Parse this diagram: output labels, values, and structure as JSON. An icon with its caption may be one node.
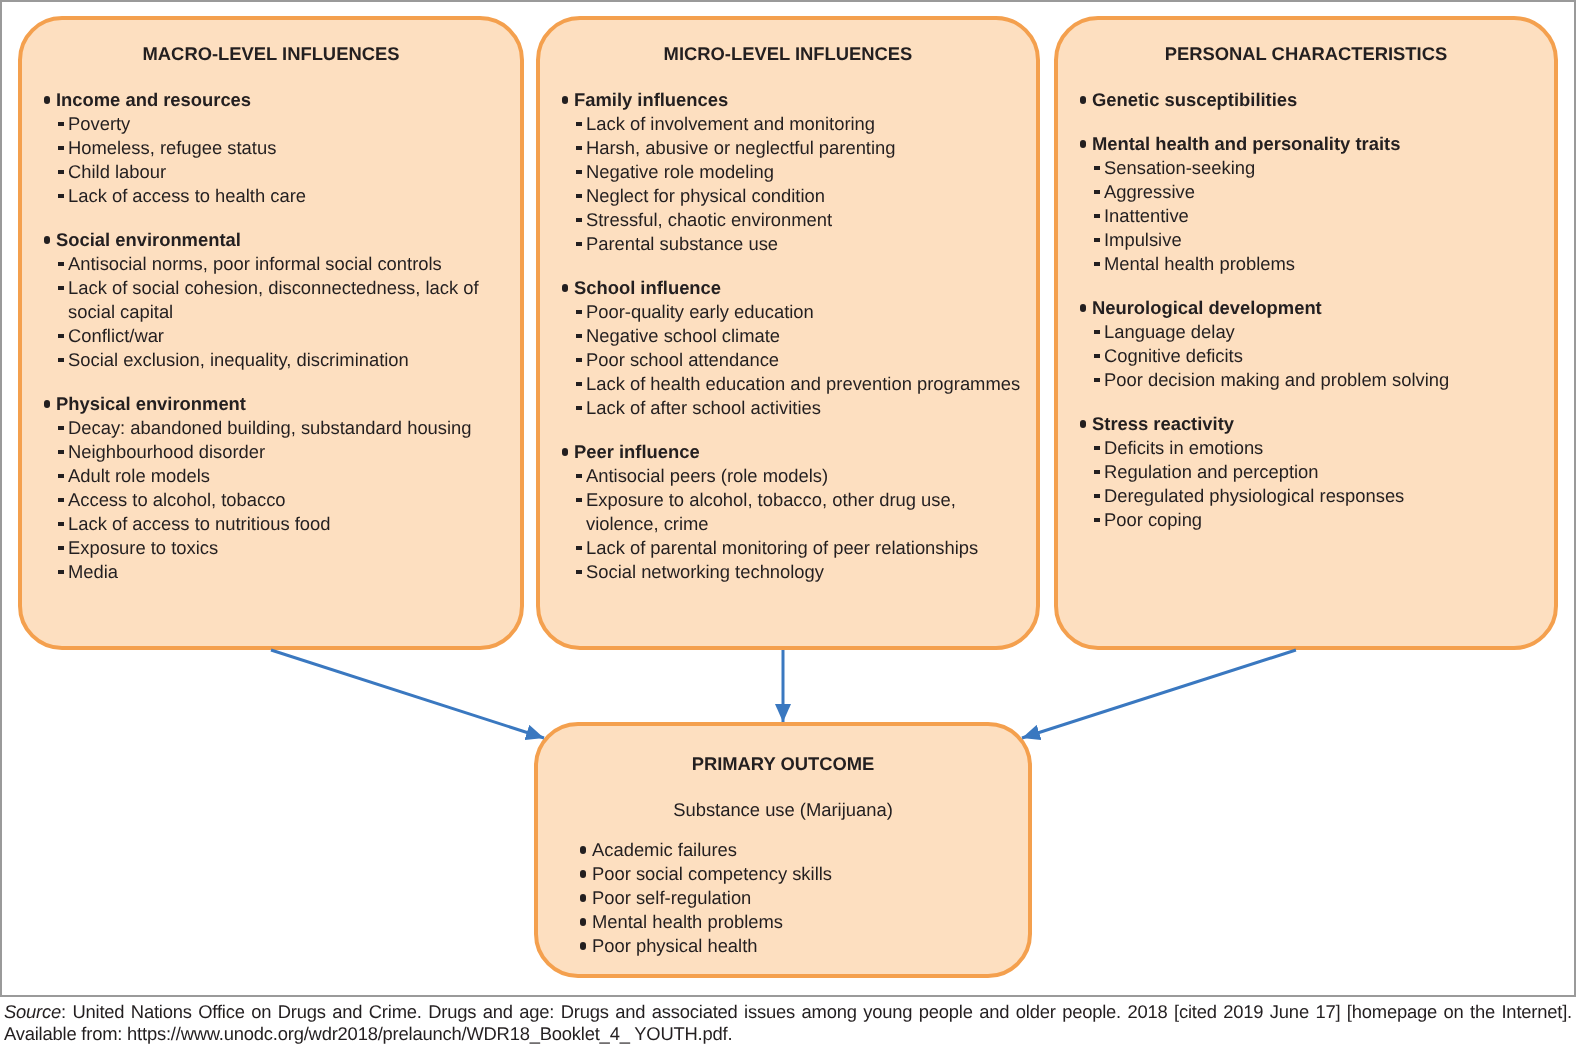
{
  "diagram": {
    "nodes": [
      {
        "text": [
          "MACRO-LEVEL INFLUENCES",
          "Income and resources",
          "Poverty",
          "Homeless, refugee status",
          "Child labour",
          "Lack of access to health care",
          "Social environmental",
          "Antisocial norms, poor informal social controls",
          "Lack of social cohesion, disconnectedness, lack of social capital",
          "Conflict/war",
          "Social exclusion, inequality, discrimination",
          "Physical environment",
          "Decay: abandoned building, substandard housing",
          "Neighbourhood disorder",
          "Adult role models",
          "Access to alcohol, tobacco",
          "Lack of access to nutritious food",
          "Exposure to toxics",
          "Media"
        ]
      },
      {
        "text": [
          "MICRO-LEVEL INFLUENCES",
          "Family influences",
          "Lack of involvement and monitoring",
          "Harsh, abusive or neglectful parenting",
          "Negative role modeling",
          "Neglect for physical condition",
          "Stressful, chaotic environment",
          "Parental substance use",
          "School influence",
          "Poor-quality early education",
          "Negative school climate",
          "Poor school attendance",
          "Lack of health education and prevention programmes",
          "Lack of after school activities",
          "Peer influence",
          "Antisocial peers (role models)",
          "Exposure to alcohol, tobacco, other drug use, violence, crime",
          "Lack of parental monitoring of peer relationships",
          "Social networking technology"
        ]
      },
      {
        "text": [
          "PERSONAL CHARACTERISTICS",
          "Genetic susceptibilities",
          "Mental health and personality traits",
          "Sensation-seeking",
          "Aggressive",
          "Inattentive",
          "Impulsive",
          "Mental health problems",
          "Neurological development",
          "Language delay",
          "Cognitive deficits",
          "Poor decision making and problem solving",
          "Stress reactivity",
          "Deficits in emotions",
          "Regulation and perception",
          "Deregulated physiological responses",
          "Poor coping"
        ]
      },
      {
        "text": [
          "PRIMARY OUTCOME",
          "Substance use (Marijuana)",
          "Academic failures",
          "Poor social competency skills",
          "Poor self-regulation",
          "Mental health problems",
          "Poor physical health"
        ]
      }
    ],
    "edges": [
      {
        "from": 0,
        "to": 3,
        "arrow": "to"
      },
      {
        "from": 1,
        "to": 3,
        "arrow": "to"
      },
      {
        "from": 2,
        "to": 3,
        "arrow": "to"
      }
    ],
    "caption": "*Source*: United Nations Office on Drugs and Crime. Drugs and age: Drugs and associated issues among young people and older people. 2018 [cited 2019 June 17] [homepage on the Internet]. Available from: https://www.unodc.org/wdr2018/prelaunch/WDR18_Booklet_4_ YOUTH.pdf."
  }
}
